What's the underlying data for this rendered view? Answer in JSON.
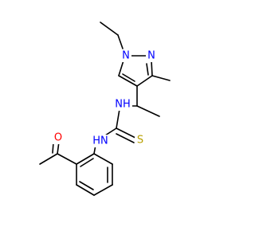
{
  "atoms": {
    "n_ethyl": {
      "text": "N",
      "color": "#0000ff"
    },
    "n_ring": {
      "text": "N",
      "color": "#0000ff"
    },
    "nh_upper": {
      "text": "NH",
      "color": "#0000ff"
    },
    "hn_lower": {
      "text": "HN",
      "color": "#0000ff"
    },
    "sulfur": {
      "text": "S",
      "color": "#b8a000"
    },
    "oxygen": {
      "text": "O",
      "color": "#ff0000"
    }
  }
}
